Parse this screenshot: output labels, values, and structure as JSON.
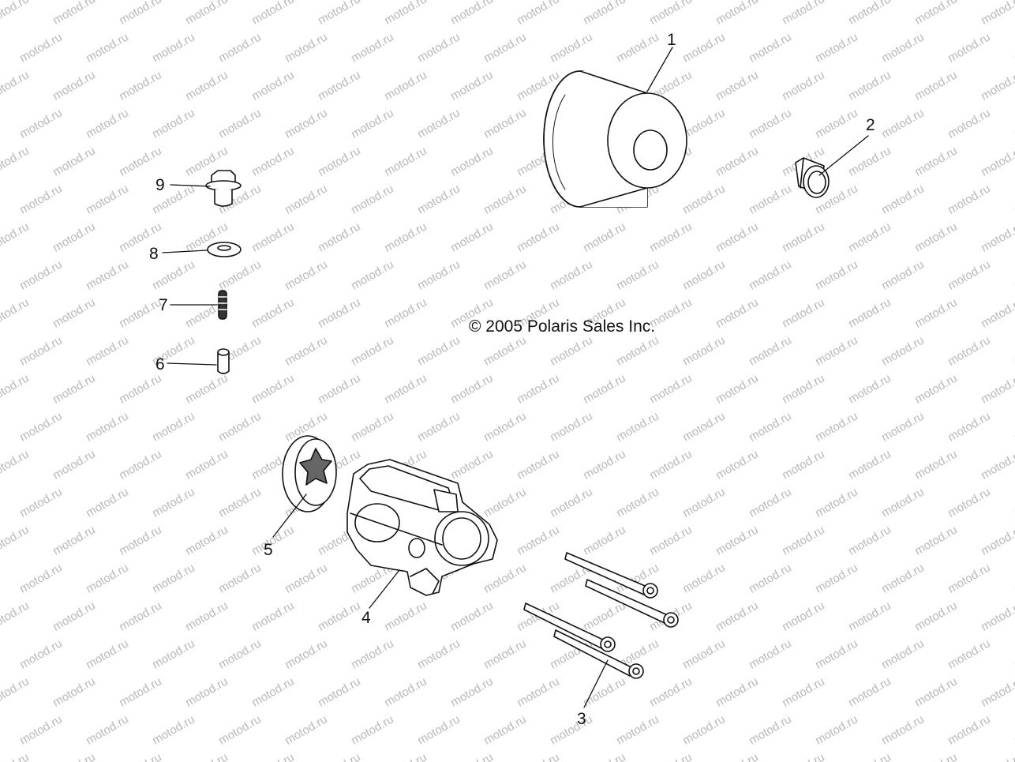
{
  "watermark": {
    "text": "motod.ru",
    "color": "#b9b9b9"
  },
  "copyright": "© 2005 Polaris Sales Inc.",
  "callouts": [
    {
      "id": "1",
      "label": "1",
      "part": "filter-cartridge"
    },
    {
      "id": "2",
      "label": "2",
      "part": "fitting"
    },
    {
      "id": "3",
      "label": "3",
      "part": "bolts"
    },
    {
      "id": "4",
      "label": "4",
      "part": "pump-housing"
    },
    {
      "id": "5",
      "label": "5",
      "part": "rotor"
    },
    {
      "id": "6",
      "label": "6",
      "part": "pin"
    },
    {
      "id": "7",
      "label": "7",
      "part": "spring"
    },
    {
      "id": "8",
      "label": "8",
      "part": "washer"
    },
    {
      "id": "9",
      "label": "9",
      "part": "plug-bolt"
    }
  ]
}
